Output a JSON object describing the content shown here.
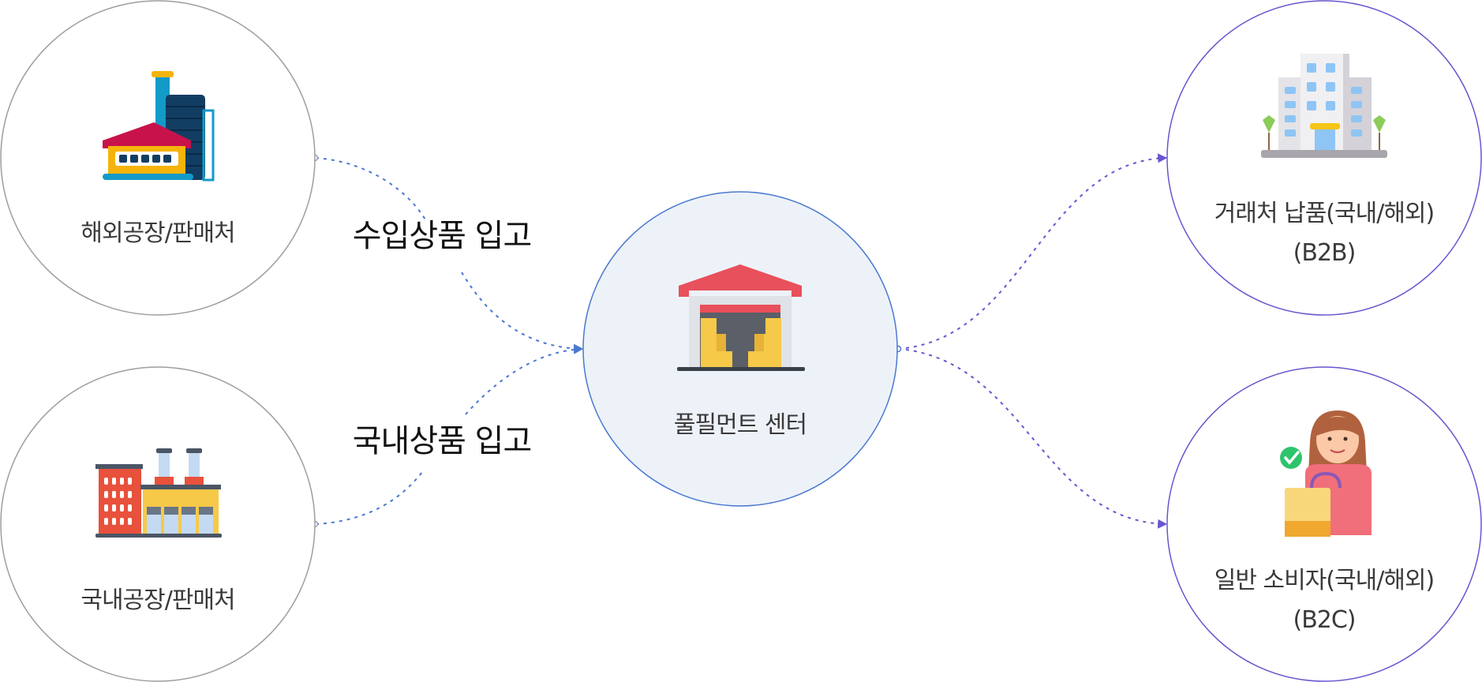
{
  "colors": {
    "source_border": "#9e9e9e",
    "center_border": "#4a78d0",
    "center_fill": "#edf2f9",
    "target_border": "#6a55cf",
    "edge_in": "#4a78d0",
    "edge_out": "#6a55cf"
  },
  "nodes": {
    "overseas_factory": {
      "label": "해외공장/판매처",
      "icon": "factory-overseas-icon"
    },
    "domestic_factory": {
      "label": "국내공장/판매처",
      "icon": "factory-domestic-icon"
    },
    "fulfillment_center": {
      "label": "풀필먼트 센터",
      "icon": "warehouse-icon"
    },
    "b2b": {
      "label_line1": "거래처 납품(국내/해외)",
      "label_line2": "(B2B)",
      "icon": "office-building-icon"
    },
    "b2c": {
      "label_line1": "일반 소비자(국내/해외)",
      "label_line2": "(B2C)",
      "icon": "shopper-icon"
    }
  },
  "edges": {
    "import_inbound": "수입상품 입고",
    "domestic_inbound": "국내상품 입고"
  }
}
